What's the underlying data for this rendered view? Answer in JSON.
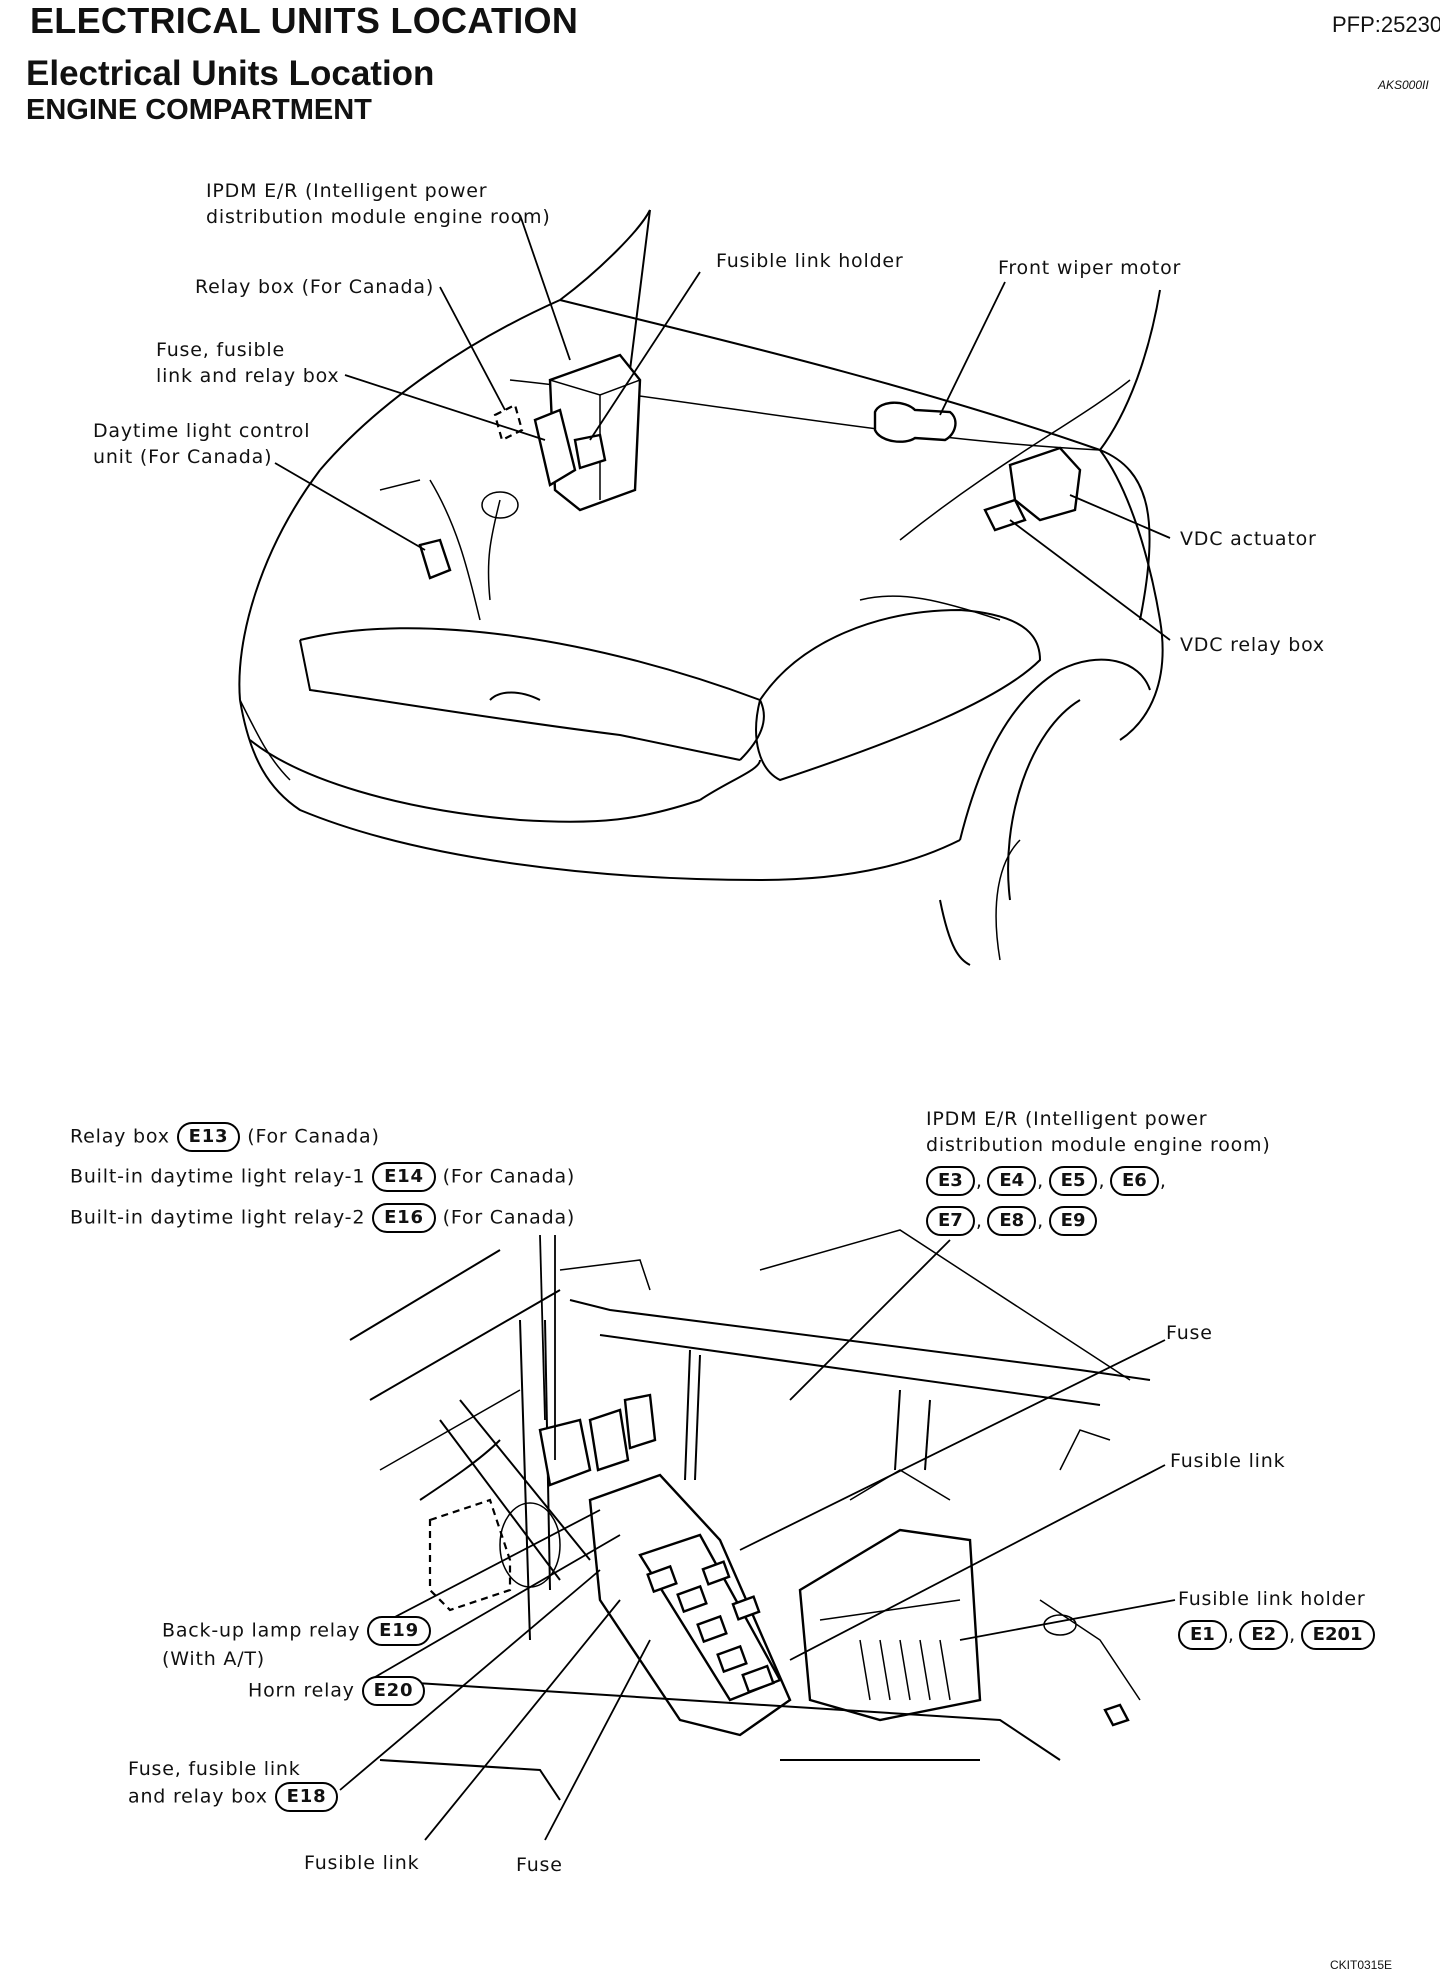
{
  "header": {
    "section_title": "ELECTRICAL UNITS LOCATION",
    "pfp": "PFP:25230",
    "subtitle": "Electrical Units Location",
    "subsection": "ENGINE COMPARTMENT",
    "code_top": "AKS000II",
    "code_bottom": "CKIT0315E"
  },
  "top_diagram": {
    "labels": {
      "ipdm_line1": "IPDM E/R (Intelligent power",
      "ipdm_line2": "distribution module engine room)",
      "relay_box": "Relay box (For Canada)",
      "fuse_line1": "Fuse, fusible",
      "fuse_line2": "link and relay box",
      "daytime_line1": "Daytime light control",
      "daytime_line2": "unit (For Canada)",
      "fusible_link_holder": "Fusible link holder",
      "front_wiper_motor": "Front wiper motor",
      "vdc_actuator": "VDC actuator",
      "vdc_relay_box": "VDC relay box"
    }
  },
  "bottom_diagram": {
    "left_rows": [
      {
        "pre": "Relay box",
        "badge": "E13",
        "post": "(For Canada)"
      },
      {
        "pre": "Built-in daytime light relay-1",
        "badge": "E14",
        "post": "(For Canada)"
      },
      {
        "pre": "Built-in daytime light relay-2",
        "badge": "E16",
        "post": "(For Canada)"
      }
    ],
    "ipdm_line1": "IPDM E/R (Intelligent power",
    "ipdm_line2": "distribution module engine room)",
    "ipdm_badges_row1": [
      "E3",
      "E4",
      "E5",
      "E6"
    ],
    "ipdm_badges_row2": [
      "E7",
      "E8",
      "E9"
    ],
    "separator": ",",
    "fuse_right": "Fuse",
    "fusible_link_right": "Fusible link",
    "fusible_link_holder": "Fusible link holder",
    "holder_badges": [
      "E1",
      "E2",
      "E201"
    ],
    "backup_lamp_line1": "Back-up lamp relay",
    "backup_lamp_badge": "E19",
    "backup_lamp_line2": "(With A/T)",
    "horn_relay": "Horn relay",
    "horn_badge": "E20",
    "fuse_box_line1": "Fuse, fusible link",
    "fuse_box_line2": "and relay box",
    "fuse_box_badge": "E18",
    "fusible_link_bottom": "Fusible link",
    "fuse_bottom": "Fuse"
  }
}
